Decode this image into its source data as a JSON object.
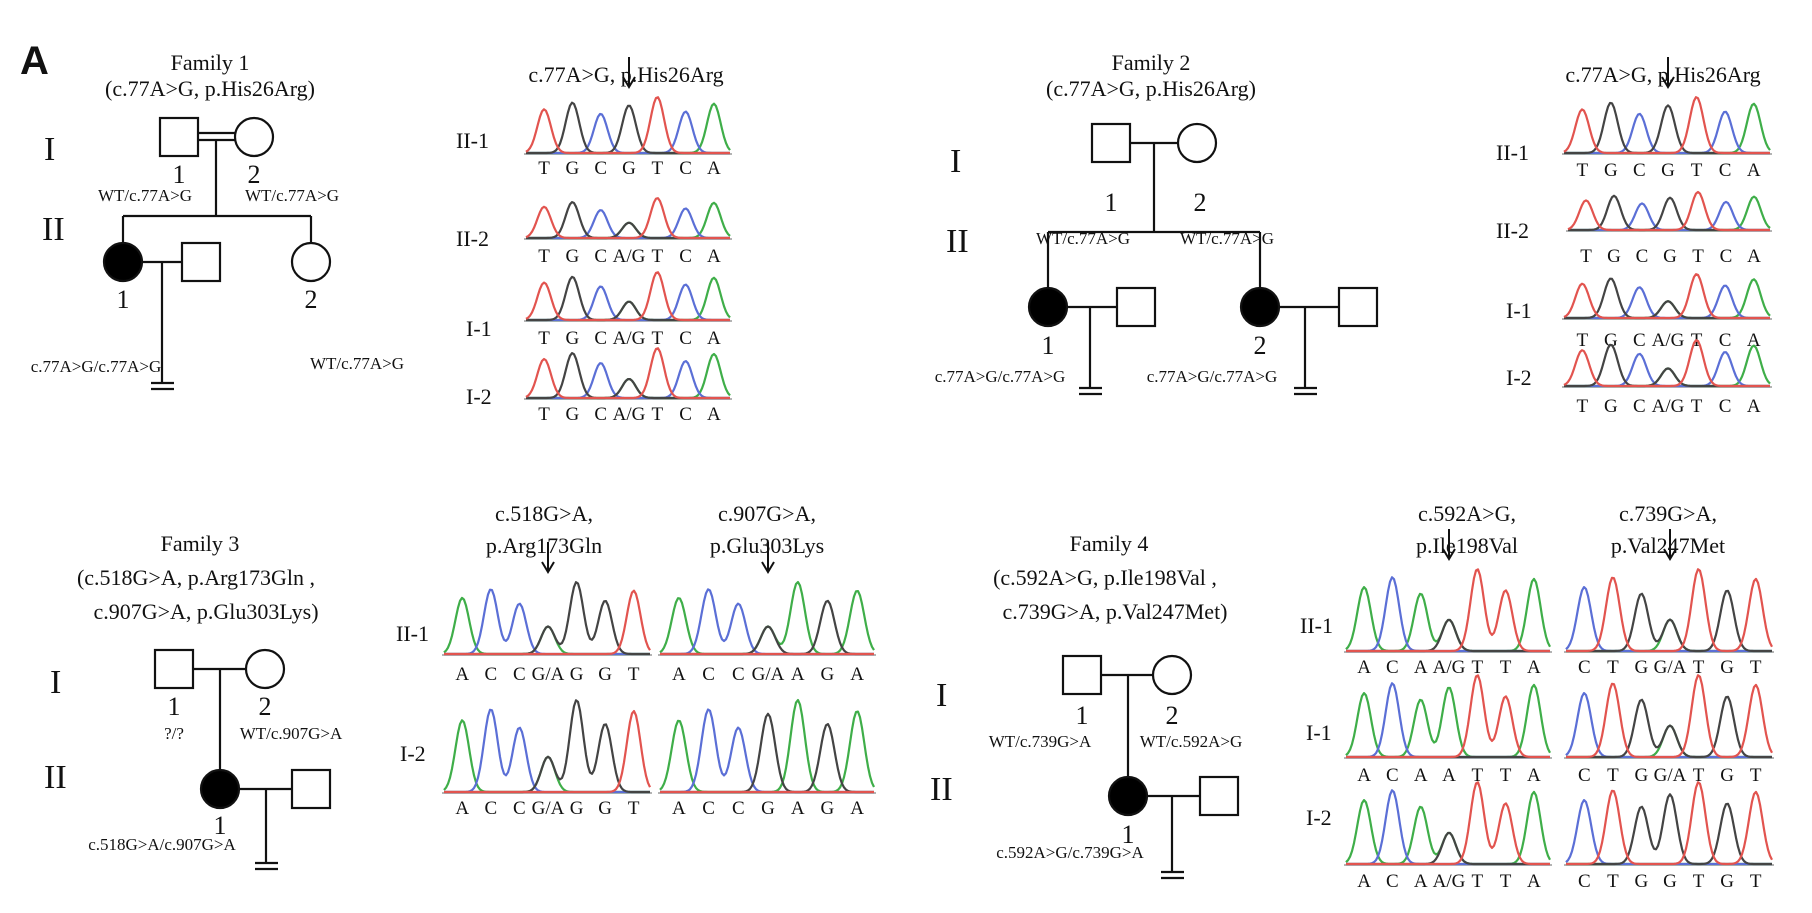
{
  "panel_label": "A",
  "colors": {
    "trace_A": "#3fae49",
    "trace_C": "#5b6fd6",
    "trace_G": "#444444",
    "trace_T": "#e2544f",
    "affected": "#000000",
    "unaffected": "#ffffff",
    "line": "#111111"
  },
  "families": [
    {
      "title": "Family 1",
      "subtitle": [
        "(c.77A>G, p.His26Arg)"
      ],
      "generations": [
        "I",
        "II"
      ],
      "members": [
        {
          "label": "1",
          "genotype": "WT/c.77A>G"
        },
        {
          "label": "2",
          "genotype": "WT/c.77A>G"
        },
        {
          "label": "1",
          "genotype": "c.77A>G/c.77A>G"
        },
        {
          "label": "2",
          "genotype": "WT/c.77A>G"
        }
      ],
      "traces": [
        {
          "title": [
            "c.77A>G, p.His26Arg"
          ],
          "rows": [
            {
              "label": "II-1",
              "bases": [
                "T",
                "G",
                "C",
                "G",
                "T",
                "C",
                "A"
              ]
            },
            {
              "label": "II-2",
              "bases": [
                "T",
                "G",
                "C",
                "A/G",
                "T",
                "C",
                "A"
              ]
            },
            {
              "label": "I-1",
              "bases": [
                "T",
                "G",
                "C",
                "A/G",
                "T",
                "C",
                "A"
              ]
            },
            {
              "label": "I-2",
              "bases": [
                "T",
                "G",
                "C",
                "A/G",
                "T",
                "C",
                "A"
              ]
            }
          ]
        }
      ]
    },
    {
      "title": "Family 2",
      "subtitle": [
        "(c.77A>G, p.His26Arg)"
      ],
      "generations": [
        "I",
        "II"
      ],
      "members": [
        {
          "label": "1",
          "genotype": "WT/c.77A>G"
        },
        {
          "label": "2",
          "genotype": "WT/c.77A>G"
        },
        {
          "label": "1",
          "genotype": "c.77A>G/c.77A>G"
        },
        {
          "label": "2",
          "genotype": "c.77A>G/c.77A>G"
        }
      ],
      "traces": [
        {
          "title": [
            "c.77A>G, p.His26Arg"
          ],
          "rows": [
            {
              "label": "II-1",
              "bases": [
                "T",
                "G",
                "C",
                "G",
                "T",
                "C",
                "A"
              ]
            },
            {
              "label": "II-2",
              "bases": [
                "T",
                "G",
                "C",
                "G",
                "T",
                "C",
                "A"
              ]
            },
            {
              "label": "I-1",
              "bases": [
                "T",
                "G",
                "C",
                "A/G",
                "T",
                "C",
                "A"
              ]
            },
            {
              "label": "I-2",
              "bases": [
                "T",
                "G",
                "C",
                "A/G",
                "T",
                "C",
                "A"
              ]
            }
          ]
        }
      ]
    },
    {
      "title": "Family 3",
      "subtitle": [
        "(c.518G>A, p.Arg173Gln ,",
        "c.907G>A, p.Glu303Lys)"
      ],
      "generations": [
        "I",
        "II"
      ],
      "members": [
        {
          "label": "1",
          "genotype": "?/?"
        },
        {
          "label": "2",
          "genotype": "WT/c.907G>A"
        },
        {
          "label": "1",
          "genotype": "c.518G>A/c.907G>A"
        }
      ],
      "traces": [
        {
          "title": [
            "c.518G>A,",
            "p.Arg173Gln"
          ],
          "rows": [
            {
              "label": "II-1",
              "bases": [
                "A",
                "C",
                "C",
                "G/A",
                "G",
                "G",
                "T"
              ]
            },
            {
              "label": "I-2",
              "bases": [
                "A",
                "C",
                "C",
                "G/A",
                "G",
                "G",
                "T"
              ]
            }
          ]
        },
        {
          "title": [
            "c.907G>A,",
            "p.Glu303Lys"
          ],
          "rows": [
            {
              "label": "",
              "bases": [
                "A",
                "C",
                "C",
                "G/A",
                "A",
                "G",
                "A"
              ]
            },
            {
              "label": "",
              "bases": [
                "A",
                "C",
                "C",
                "G",
                "A",
                "G",
                "A"
              ]
            }
          ]
        }
      ]
    },
    {
      "title": "Family 4",
      "subtitle": [
        "(c.592A>G, p.Ile198Val ,",
        "c.739G>A, p.Val247Met)"
      ],
      "generations": [
        "I",
        "II"
      ],
      "members": [
        {
          "label": "1",
          "genotype": "WT/c.739G>A"
        },
        {
          "label": "2",
          "genotype": "WT/c.592A>G"
        },
        {
          "label": "1",
          "genotype": "c.592A>G/c.739G>A"
        }
      ],
      "traces": [
        {
          "title": [
            "c.592A>G,",
            "p.Ile198Val"
          ],
          "rows": [
            {
              "label": "II-1",
              "bases": [
                "A",
                "C",
                "A",
                "A/G",
                "T",
                "T",
                "A"
              ]
            },
            {
              "label": "I-1",
              "bases": [
                "A",
                "C",
                "A",
                "A",
                "T",
                "T",
                "A"
              ]
            },
            {
              "label": "I-2",
              "bases": [
                "A",
                "C",
                "A",
                "A/G",
                "T",
                "T",
                "A"
              ]
            }
          ]
        },
        {
          "title": [
            "c.739G>A,",
            "p.Val247Met"
          ],
          "rows": [
            {
              "label": "",
              "bases": [
                "C",
                "T",
                "G",
                "G/A",
                "T",
                "G",
                "T"
              ]
            },
            {
              "label": "",
              "bases": [
                "C",
                "T",
                "G",
                "G/A",
                "T",
                "G",
                "T"
              ]
            },
            {
              "label": "",
              "bases": [
                "C",
                "T",
                "G",
                "G",
                "T",
                "G",
                "T"
              ]
            }
          ]
        }
      ]
    }
  ]
}
